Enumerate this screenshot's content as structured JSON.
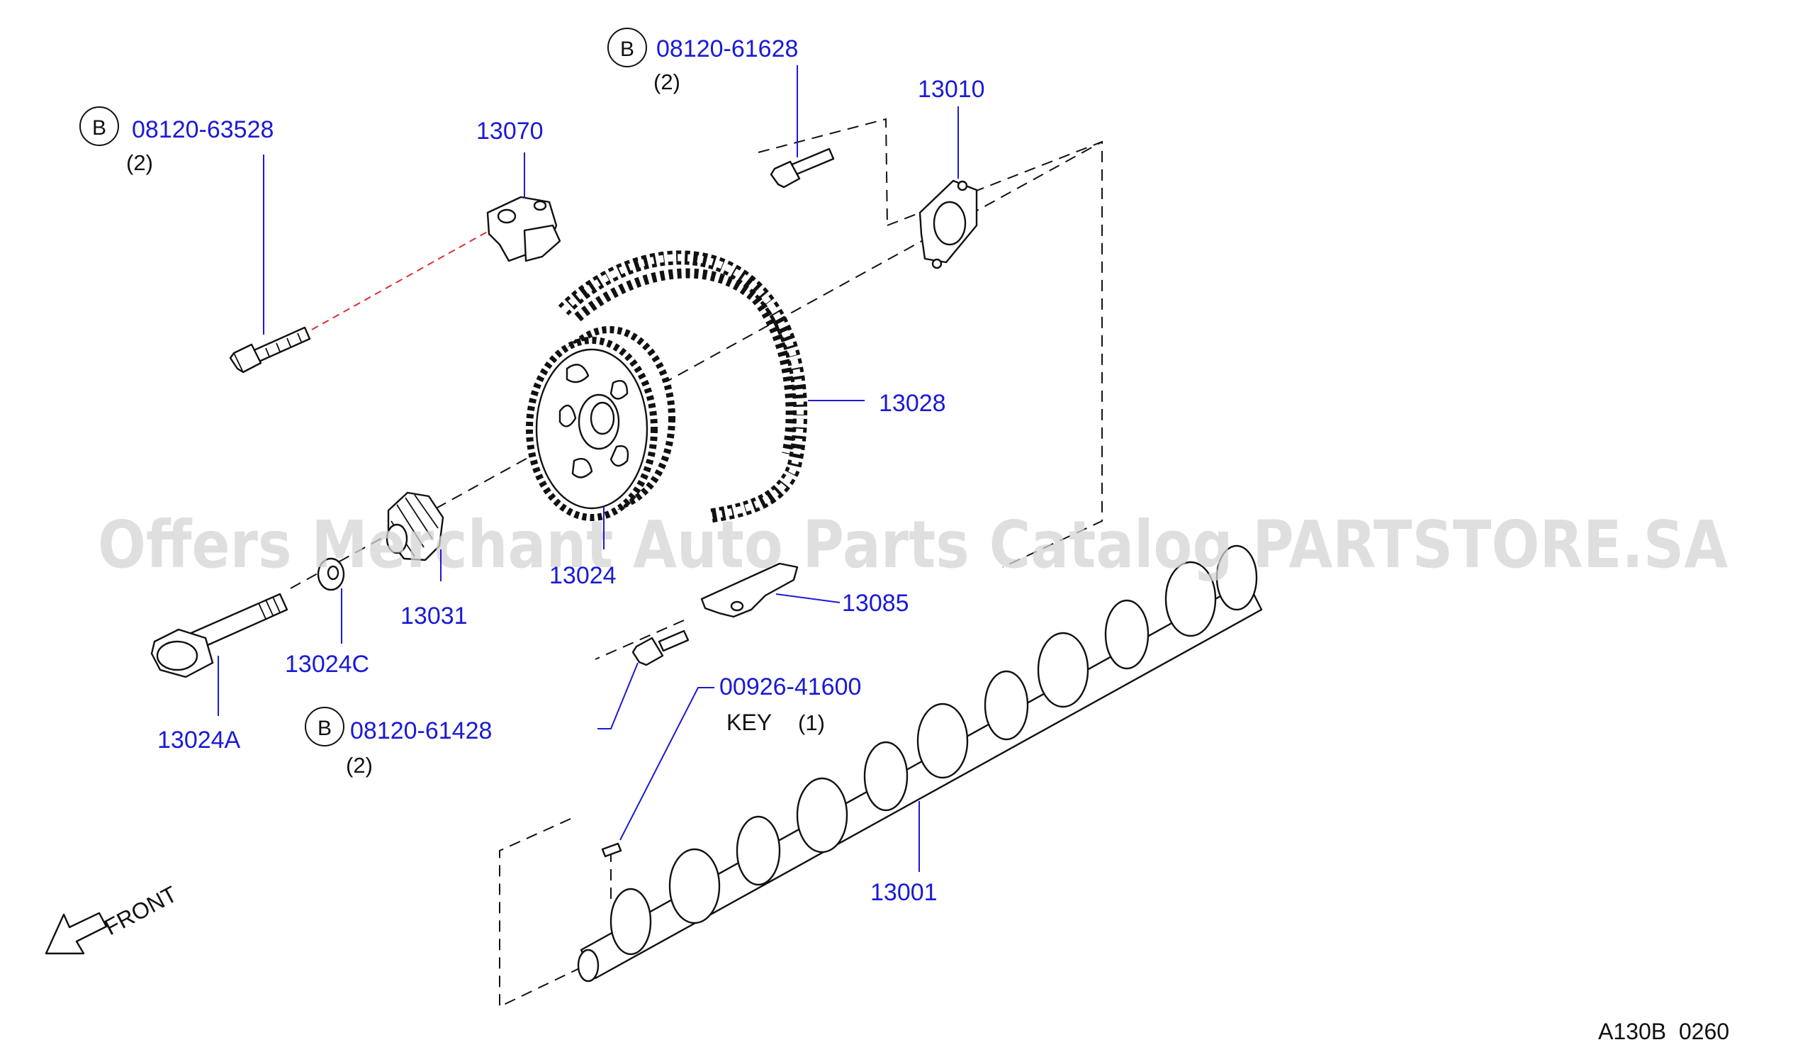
{
  "watermark": "Offers Merchant Auto Parts Catalog PARTSTORE.SA",
  "diagram_code": "A130B  0260",
  "front_label": "FRONT",
  "bolt_marker": "B",
  "parts": {
    "bolt_63528": {
      "number": "08120-63528",
      "qty": "(2)"
    },
    "bolt_61628": {
      "number": "08120-61628",
      "qty": "(2)"
    },
    "bolt_61428": {
      "number": "08120-61428",
      "qty": "(2)"
    },
    "p13070": {
      "number": "13070"
    },
    "p13010": {
      "number": "13010"
    },
    "p13028": {
      "number": "13028"
    },
    "p13024": {
      "number": "13024"
    },
    "p13031": {
      "number": "13031"
    },
    "p13024C": {
      "number": "13024C"
    },
    "p13024A": {
      "number": "13024A"
    },
    "p13085": {
      "number": "13085"
    },
    "key": {
      "number": "00926-41600",
      "label": "KEY",
      "qty": "(1)"
    },
    "p13001": {
      "number": "13001"
    }
  },
  "colors": {
    "part_number": "#1a1ad6",
    "leader": "#1a1ad6",
    "line": "#111111",
    "watermark": "#d4d4d4",
    "highlight": "#e03030"
  }
}
